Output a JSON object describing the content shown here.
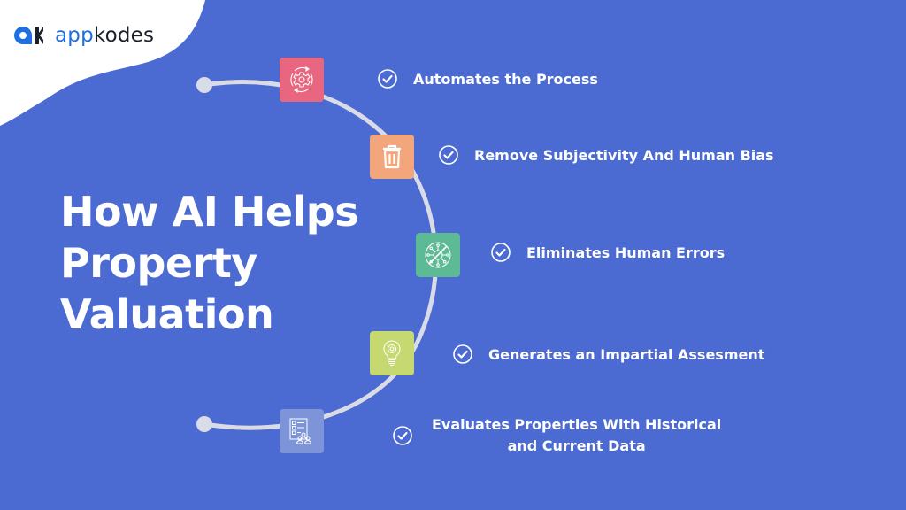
{
  "brand": {
    "logo_icon": "appkodes-ak-mark-icon",
    "name_part1": "app",
    "name_part2": "kodes",
    "colors": {
      "app": "#1f6fe0",
      "kodes": "#1b1f2a"
    }
  },
  "headline": {
    "line1": "How AI Helps",
    "line2": "Property",
    "line3": "Valuation"
  },
  "colors": {
    "background": "#4b6bd3",
    "blob": "#ffffff",
    "arc": "#d9dce6",
    "text": "#ffffff"
  },
  "steps": [
    {
      "icon": "gear-cycle-icon",
      "box_color": "#e8667f",
      "label": "Automates the  Process"
    },
    {
      "icon": "trash-icon",
      "box_color": "#f3a67b",
      "label": "Remove Subjectivity And Human Bias"
    },
    {
      "icon": "no-virus-icon",
      "box_color": "#5cba95",
      "label": "Eliminates Human Errors"
    },
    {
      "icon": "lightbulb-gear-icon",
      "box_color": "#c5d970",
      "label": "Generates an Impartial Assesment"
    },
    {
      "icon": "checklist-people-icon",
      "box_color": "#7e94d8",
      "label_line1": "Evaluates Properties With Historical",
      "label_line2": "and Current Data"
    }
  ],
  "check_icon": "check-circle-icon"
}
